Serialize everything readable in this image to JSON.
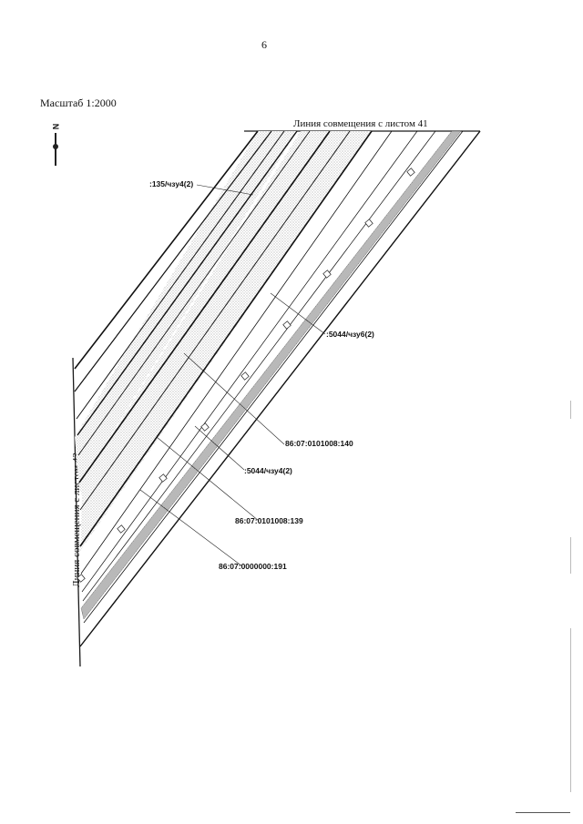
{
  "page": {
    "number": "6"
  },
  "scale": {
    "label": "Масштаб 1:2000"
  },
  "north_arrow": {
    "letter": "N",
    "icon": "north-arrow-icon"
  },
  "edges": {
    "top_label": "Линия совмещения с листом 41",
    "left_label": "Линия совмещения с листом 43"
  },
  "parcels": [
    {
      "id": ":135/чзу4(2)"
    },
    {
      "id": ":5044/чзу6(2)"
    },
    {
      "id": "86:07:0101008:140"
    },
    {
      "id": ":5044/чзу4(2)"
    },
    {
      "id": "86:07:0101008:139"
    },
    {
      "id": "86:07:0000000:191"
    }
  ],
  "colors": {
    "line": "#1a1a1a",
    "hatch": "#9a9a9a",
    "paper": "#ffffff"
  }
}
